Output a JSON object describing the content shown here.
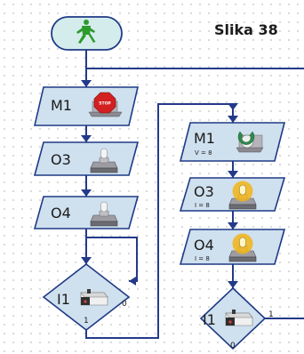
{
  "figure_title": "Slika 38",
  "blocks": {
    "m1_stop": {
      "label": "M1",
      "sub": ""
    },
    "o3_left": {
      "label": "O3",
      "sub": ""
    },
    "o4_left": {
      "label": "O4",
      "sub": ""
    },
    "i1_left": {
      "label": "I1",
      "port_a": "0",
      "port_b": "1"
    },
    "m1_right": {
      "label": "M1",
      "sub": "V = 8"
    },
    "o3_right": {
      "label": "O3",
      "sub": "I = 8"
    },
    "o4_right": {
      "label": "O4",
      "sub": "I = 8"
    },
    "i1_right": {
      "label": "I1",
      "port_a": "1",
      "port_b": "0"
    }
  },
  "icons": {
    "start": "walking-figure-icon",
    "stop": "stop-sign-icon",
    "stop_text": "STOP",
    "lamp_off": "lamp-off-icon",
    "lamp_on": "lamp-on-icon",
    "motor": "motor-icon",
    "switch": "push-button-icon"
  },
  "colors": {
    "line": "#233a8a",
    "block_fill": "#cfe0ee",
    "start_fill": "#d4ecec",
    "figure_green": "#2c9a2c",
    "stop_red": "#d22020",
    "lamp_glow": "#f2b416"
  }
}
